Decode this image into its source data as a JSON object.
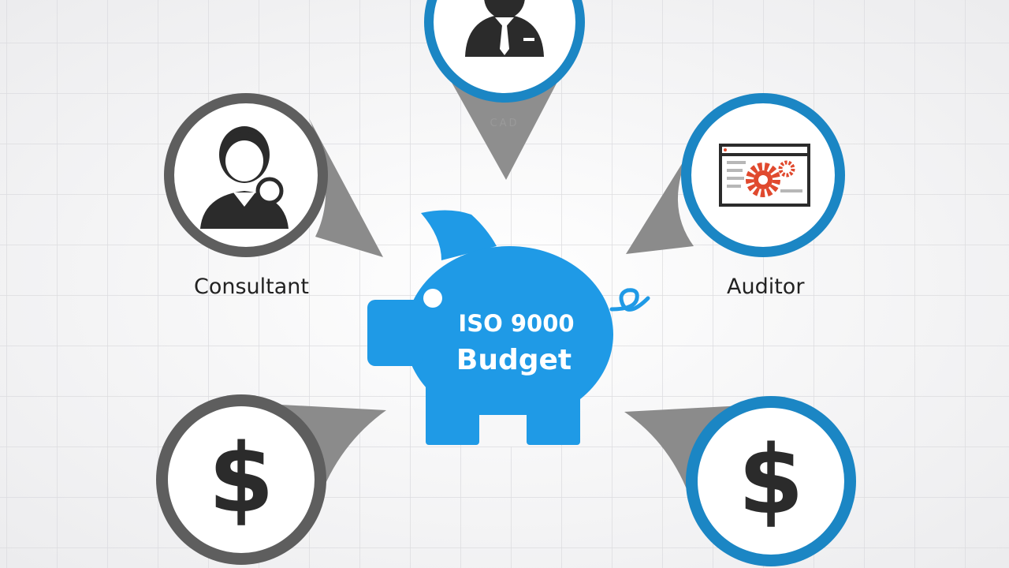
{
  "center": {
    "line1": "ISO 9000",
    "line2": "Budget"
  },
  "nodes": {
    "top": {
      "icon": "businessman-icon",
      "caption": "CAD"
    },
    "consultant": {
      "icon": "consultant-magnifier-icon",
      "label": "Consultant"
    },
    "auditor": {
      "icon": "browser-gear-icon",
      "label": "Auditor"
    },
    "cost_left": {
      "icon": "dollar-icon",
      "glyph": "$"
    },
    "cost_right": {
      "icon": "dollar-icon",
      "glyph": "$"
    }
  },
  "colors": {
    "accent_blue": "#1f9ae6",
    "ring_blue": "#1b86c4",
    "ring_gray": "#5e5e5e",
    "pointer_gray": "#8b8b8b",
    "icon_dark": "#2b2b2b",
    "gear_red": "#e0492e",
    "grid": "#dedede",
    "background": "#f4f4f5"
  }
}
